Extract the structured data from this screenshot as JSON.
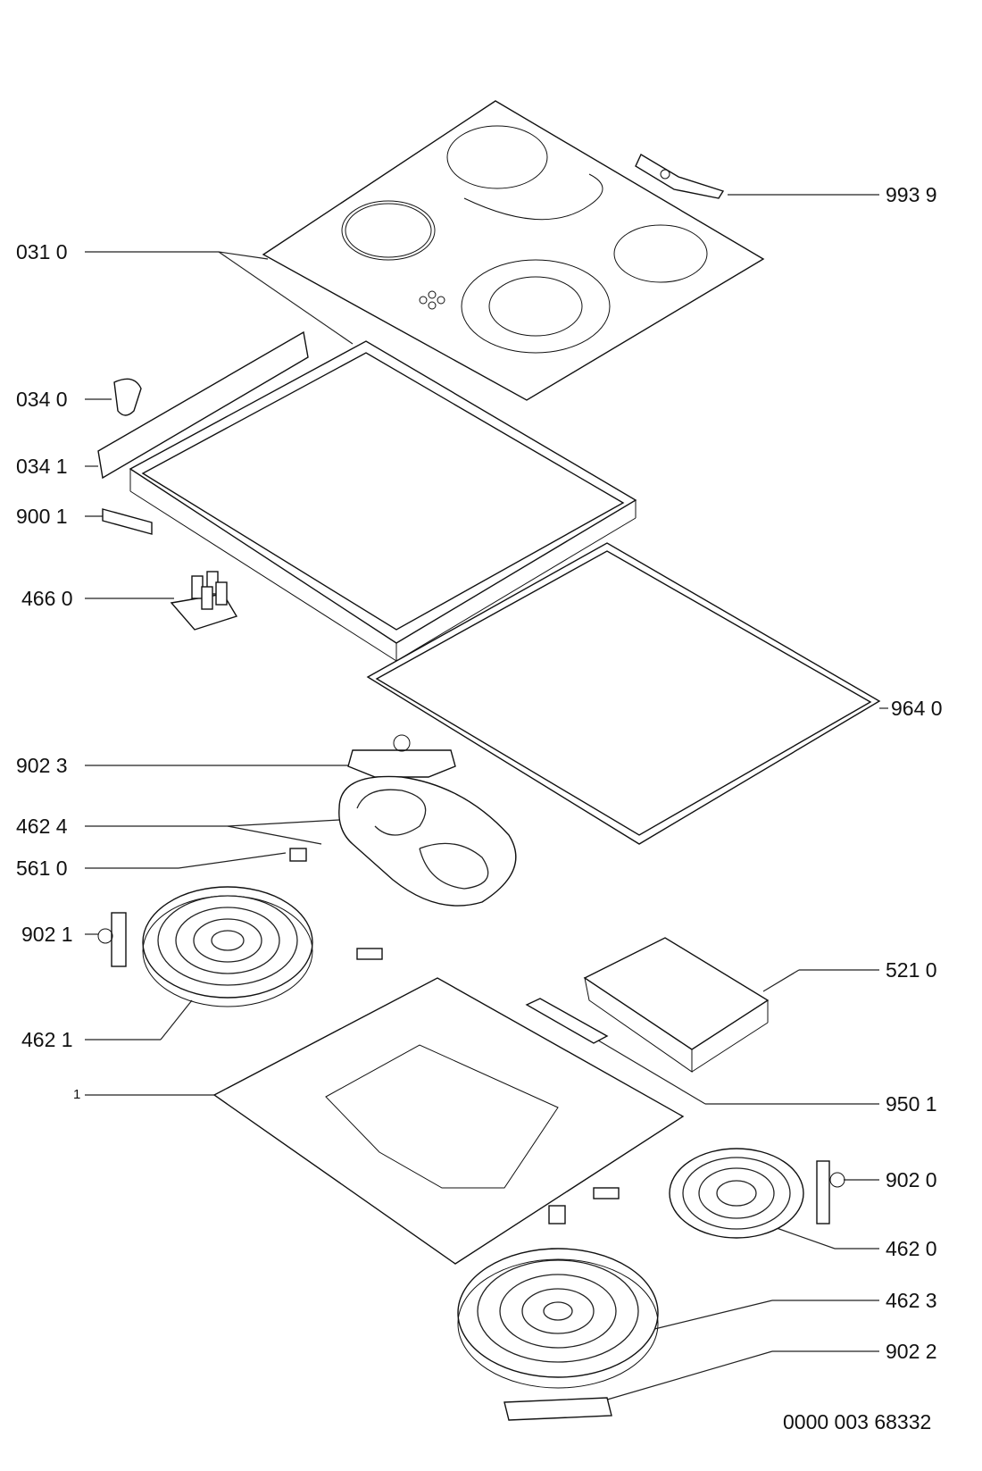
{
  "diagram": {
    "left_labels": [
      {
        "id": "0310",
        "text": "031 0"
      },
      {
        "id": "0340",
        "text": "034 0"
      },
      {
        "id": "0341",
        "text": "034 1"
      },
      {
        "id": "9001",
        "text": "900 1"
      },
      {
        "id": "4660",
        "text": "466 0"
      },
      {
        "id": "9023",
        "text": "902 3"
      },
      {
        "id": "4624",
        "text": "462 4"
      },
      {
        "id": "5610",
        "text": "561 0"
      },
      {
        "id": "9021",
        "text": "902 1"
      },
      {
        "id": "4621",
        "text": "462 1"
      },
      {
        "id": "1",
        "text": "1"
      }
    ],
    "right_labels": [
      {
        "id": "9939",
        "text": "993 9"
      },
      {
        "id": "9640",
        "text": "964 0"
      },
      {
        "id": "5210",
        "text": "521 0"
      },
      {
        "id": "9501",
        "text": "950 1"
      },
      {
        "id": "9020",
        "text": "902 0"
      },
      {
        "id": "4620",
        "text": "462 0"
      },
      {
        "id": "4623",
        "text": "462 3"
      },
      {
        "id": "9022",
        "text": "902 2"
      }
    ],
    "document_number": "0000 003 68332"
  }
}
